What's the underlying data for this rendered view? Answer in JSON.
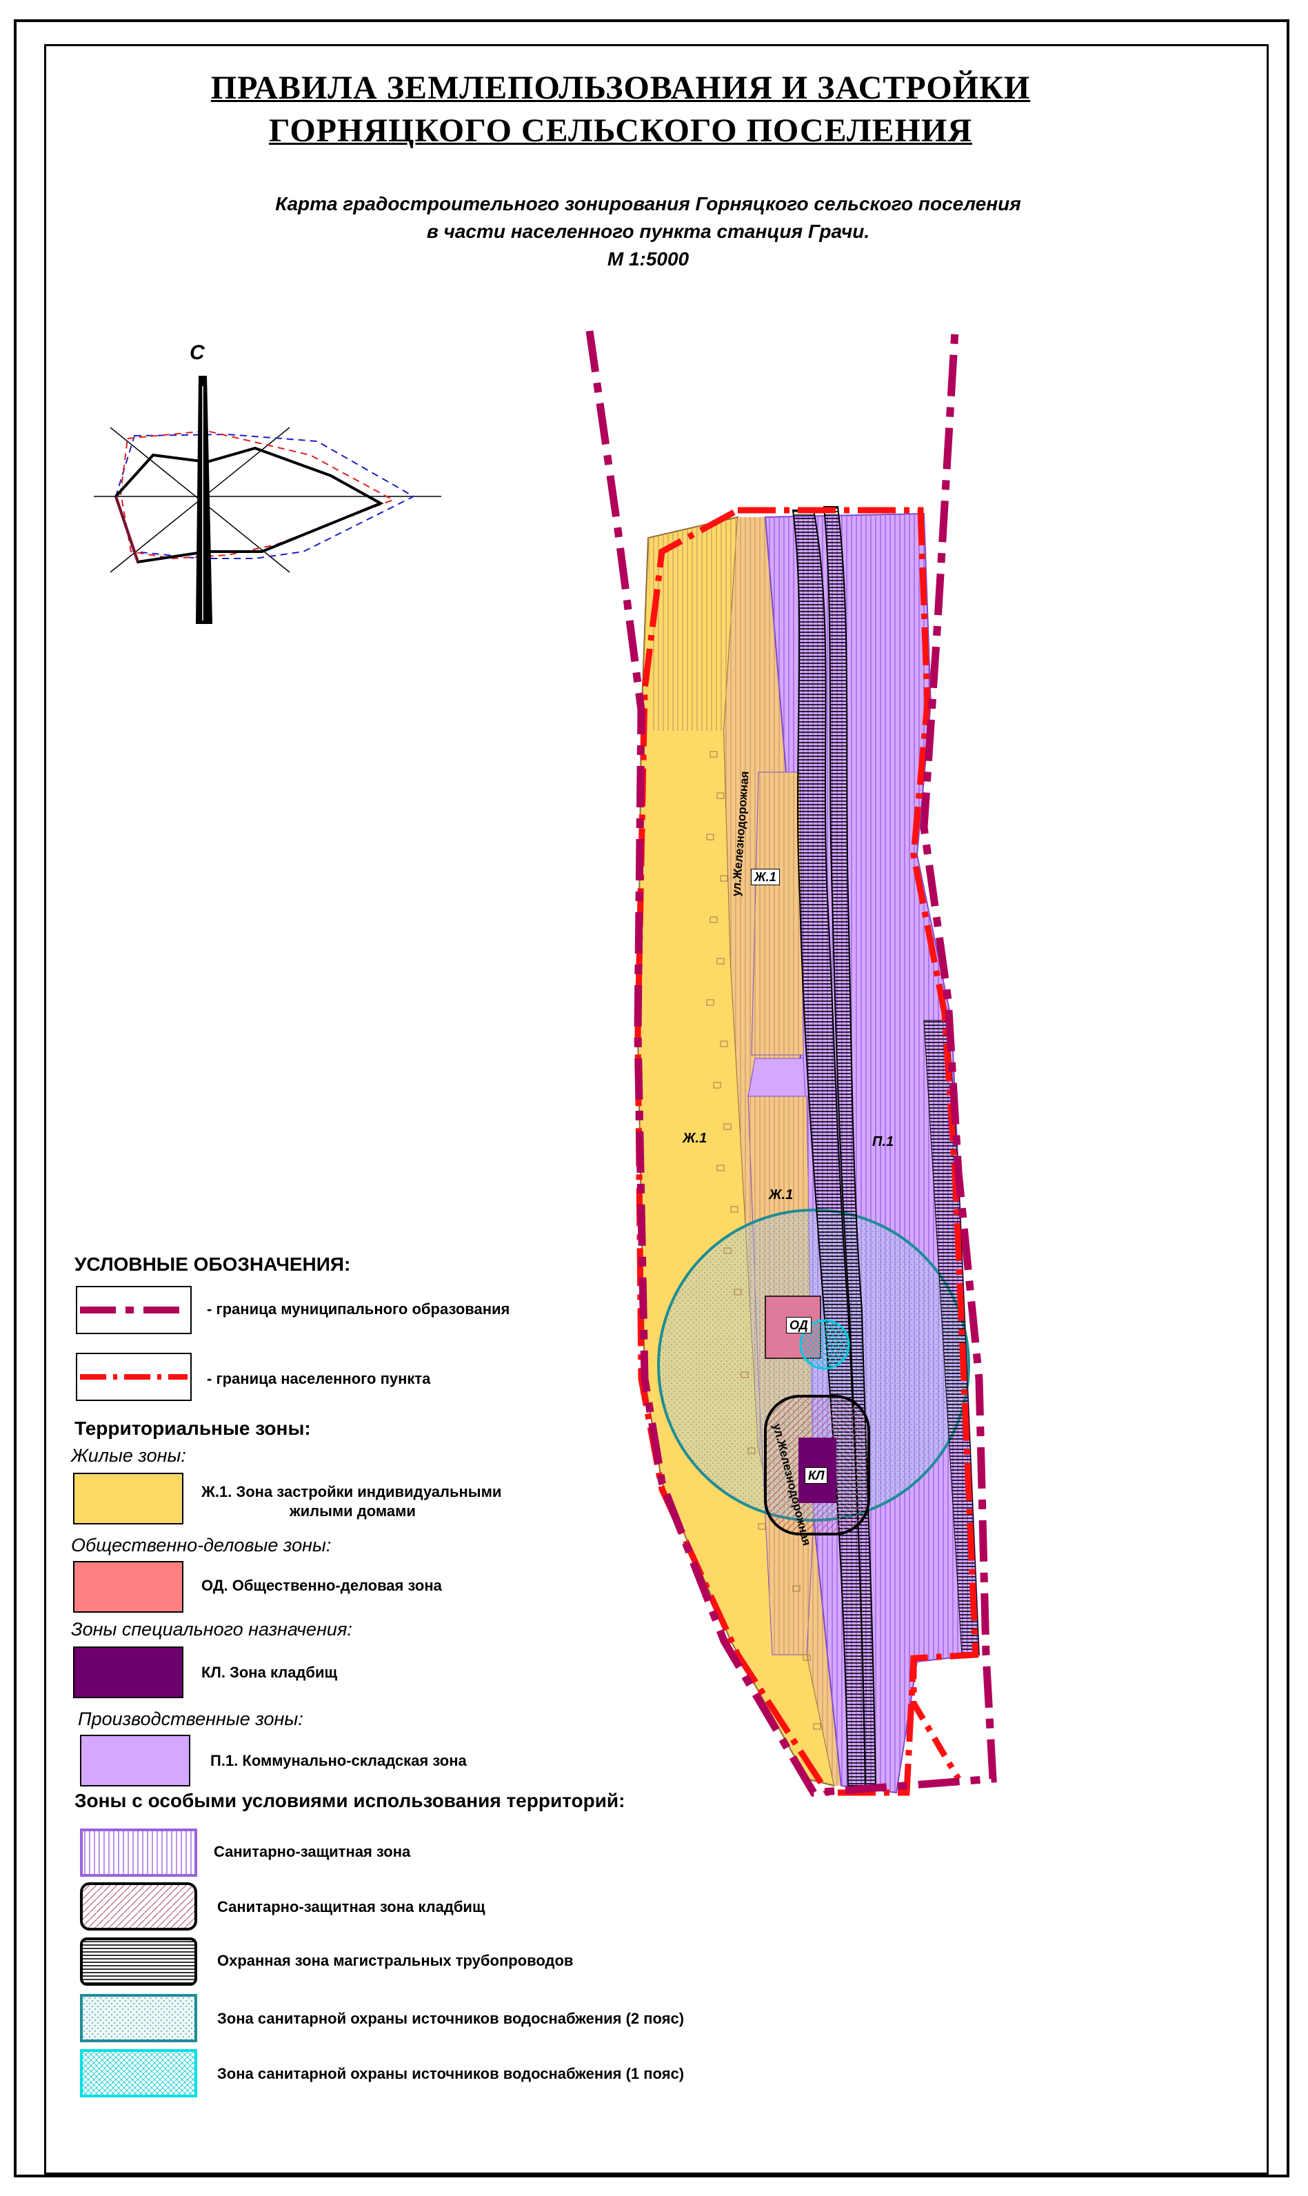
{
  "title": {
    "line1": "ПРАВИЛА ЗЕМЛЕПОЛЬЗОВАНИЯ И ЗАСТРОЙКИ",
    "line2": "ГОРНЯЦКОГО СЕЛЬСКОГО ПОСЕЛЕНИЯ"
  },
  "subtitle": {
    "line1": "Карта градостроительного зонирования Горняцкого сельского поселения",
    "line2": "в части населенного пункта станция Грачи.",
    "line3": "М 1:5000"
  },
  "compass": {
    "north_label": "С"
  },
  "map": {
    "zone_labels": {
      "zh1_top": "Ж.1",
      "zh1_west": "Ж.1",
      "zh1_mid": "Ж.1",
      "p1": "П.1",
      "od": "ОД",
      "kl": "КЛ"
    },
    "streets": {
      "north": "ул.Железнодорожная",
      "south": "ул.Железнодорожная"
    }
  },
  "legend": {
    "heading": "УСЛОВНЫЕ ОБОЗНАЧЕНИЯ:",
    "lines": [
      {
        "text": "-  граница муниципального образования"
      },
      {
        "text": "-  граница населенного пункта"
      }
    ],
    "territorial_heading": "Территориальные зоны:",
    "groups": [
      {
        "title": "Жилые зоны:",
        "text1": "Ж.1. Зона застройки индивидуальными",
        "text2": "жилыми домами",
        "color": "#FED966"
      },
      {
        "title": "Общественно-деловые зоны:",
        "text1": "ОД. Общественно-деловая зона",
        "color": "#FF8080"
      },
      {
        "title": "Зоны специального назначения:",
        "text1": "КЛ. Зона кладбищ",
        "color": "#6E006E"
      },
      {
        "title": "Производственные зоны:",
        "text1": "П.1. Коммунально-складская зона",
        "color": "#D5A8FF"
      }
    ],
    "special_heading": "Зоны с особыми условиями использования территорий:",
    "special": [
      {
        "text": "Санитарно-защитная зона"
      },
      {
        "text": "Санитарно-защитная зона кладбищ"
      },
      {
        "text": "Охранная зона магистральных трубопроводов"
      },
      {
        "text": "Зона санитарной охраны источников водоснабжения (2 пояс)"
      },
      {
        "text": "Зона санитарной охраны источников водоснабжения (1 пояс)"
      }
    ]
  },
  "colors": {
    "municipal_border": "#B0005A",
    "settlement_border": "#FF0000",
    "residential": "#FED966",
    "industrial": "#D5A8FF",
    "public": "#FF8080",
    "cemetery": "#6E006E",
    "water_zone": "#1E8C96",
    "water_zone_1": "#00E0E8"
  }
}
